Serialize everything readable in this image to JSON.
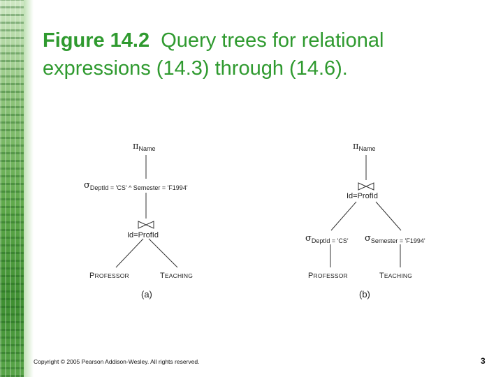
{
  "title": {
    "figure_label": "Figure 14.2",
    "text_line1": "Query trees for relational",
    "text_line2": "expressions (14.3) through (14.6)."
  },
  "trees": {
    "a": {
      "caption": "(a)",
      "projection": {
        "symbol": "π",
        "attr": "Name"
      },
      "selection": {
        "symbol": "σ",
        "condition": "DeptId = 'CS'  ^ Semester = 'F1994'"
      },
      "join": {
        "condition": "Id=ProfId"
      },
      "left_relation": {
        "first": "P",
        "rest": "ROFESSOR"
      },
      "right_relation": {
        "first": "T",
        "rest": "EACHING"
      }
    },
    "b": {
      "caption": "(b)",
      "projection": {
        "symbol": "π",
        "attr": "Name"
      },
      "join": {
        "condition": "Id=ProfId"
      },
      "left_selection": {
        "symbol": "σ",
        "condition": "DeptId = 'CS'"
      },
      "right_selection": {
        "symbol": "σ",
        "condition": "Semester = 'F1994'"
      },
      "left_relation": {
        "first": "P",
        "rest": "ROFESSOR"
      },
      "right_relation": {
        "first": "T",
        "rest": "EACHING"
      }
    }
  },
  "footer": {
    "copyright": "Copyright © 2005 Pearson Addison-Wesley. All rights reserved.",
    "page_number": "3"
  },
  "colors": {
    "title": "#2f9a2f",
    "accent_strip": "#5ea84a",
    "lines": "#333333"
  }
}
